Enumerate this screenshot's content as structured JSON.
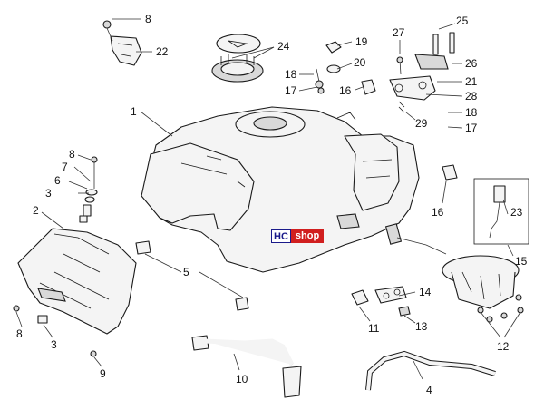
{
  "badge": {
    "hc": "HC",
    "shop": "shop",
    "color_accent": "#d11f1f"
  },
  "labels": [
    "1",
    "2",
    "3",
    "3",
    "4",
    "5",
    "6",
    "7",
    "8",
    "8",
    "8",
    "9",
    "10",
    "11",
    "12",
    "13",
    "14",
    "15",
    "16",
    "16",
    "17",
    "17",
    "18",
    "18",
    "19",
    "20",
    "21",
    "22",
    "23",
    "24",
    "25",
    "26",
    "27",
    "28",
    "29"
  ]
}
